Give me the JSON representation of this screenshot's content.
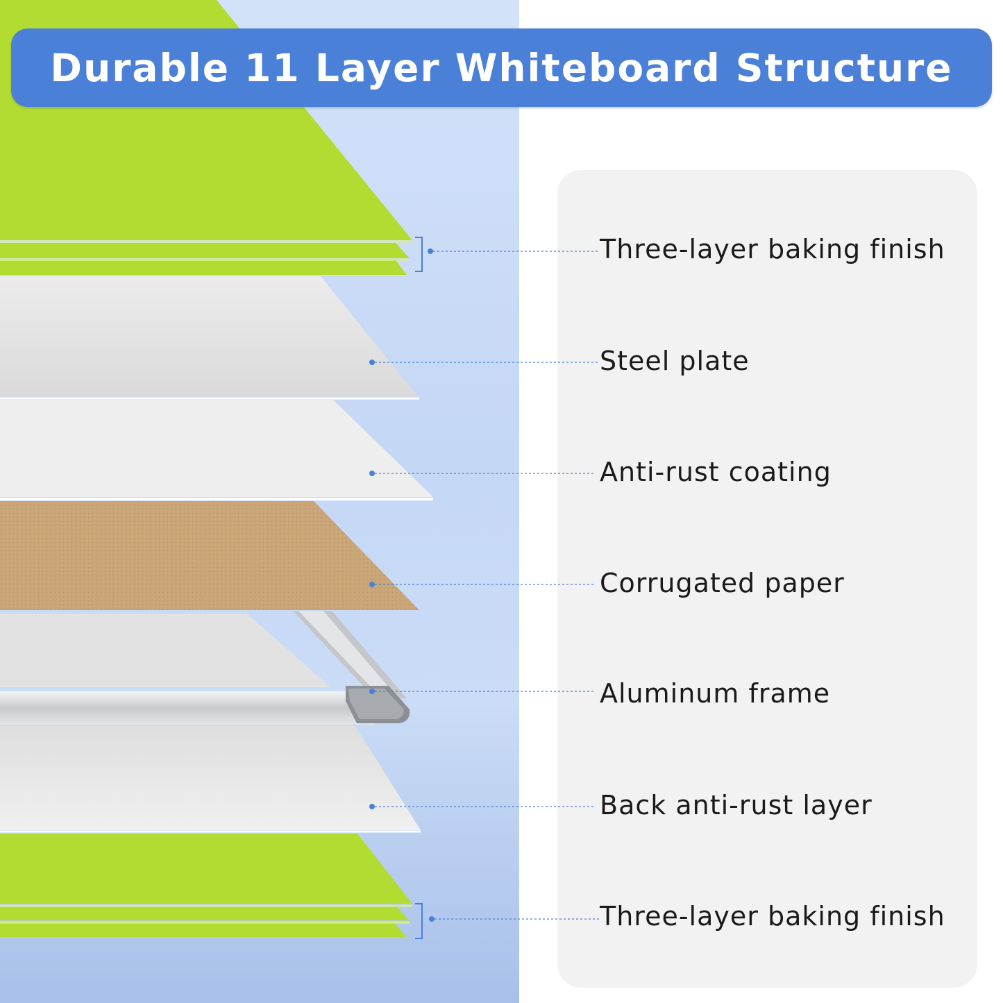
{
  "title": "Durable 11 Layer Whiteboard Structure",
  "colors": {
    "banner": "#4a80d8",
    "green_layer": "#b2dc32",
    "green_layer_light": "#d8ee8c",
    "steel": "#e3e3e3",
    "anti_rust": "#ededed",
    "corrugated": "#c9a577",
    "aluminum": "#d2d3d5",
    "connector": "#4a80d8",
    "panel": "#f2f2f2"
  },
  "labels": [
    {
      "id": "top-baking-finish",
      "text": "Three-layer baking finish"
    },
    {
      "id": "steel-plate",
      "text": "Steel plate"
    },
    {
      "id": "anti-rust-coating",
      "text": "Anti-rust coating"
    },
    {
      "id": "corrugated-paper",
      "text": "Corrugated paper"
    },
    {
      "id": "aluminum-frame",
      "text": "Aluminum frame"
    },
    {
      "id": "back-anti-rust-layer",
      "text": "Back anti-rust layer"
    },
    {
      "id": "bottom-baking-finish",
      "text": "Three-layer baking finish"
    }
  ]
}
